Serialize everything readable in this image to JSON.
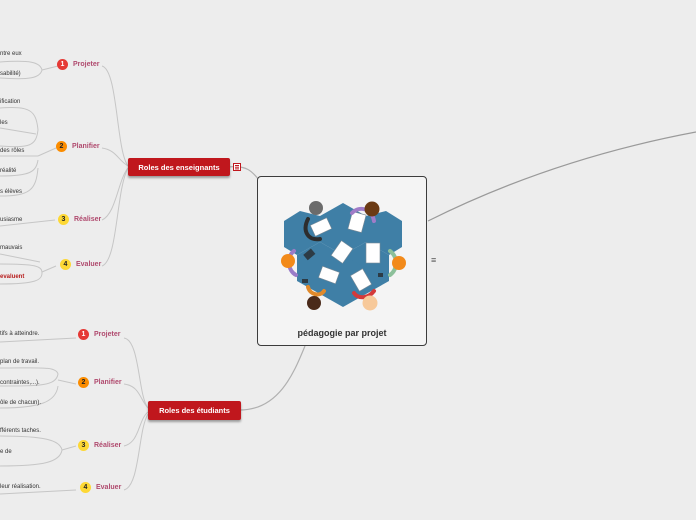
{
  "central": {
    "title": "pédagogie par projet",
    "image_icon": "team-meeting-illustration"
  },
  "side_menu_icon": "≡",
  "teachers": {
    "title": "Roles des enseignants",
    "note_icon": "notes-icon",
    "stages": [
      {
        "num": "1",
        "label": "Projeter",
        "color": "#e53935"
      },
      {
        "num": "2",
        "label": "Planifier",
        "color": "#fb8c00"
      },
      {
        "num": "3",
        "label": "Réaliser",
        "color": "#fdd835"
      },
      {
        "num": "4",
        "label": "Evaluer",
        "color": "#fdd835"
      }
    ],
    "leaves": [
      "ntre eux",
      "sabilité)",
      "ification",
      "les",
      "des rôles",
      "réalité",
      "s élèves",
      "usiasme",
      "mauvais",
      "evaluent"
    ]
  },
  "students": {
    "title": "Roles des étudiants",
    "stages": [
      {
        "num": "1",
        "label": "Projeter",
        "color": "#e53935"
      },
      {
        "num": "2",
        "label": "Planifier",
        "color": "#fb8c00"
      },
      {
        "num": "3",
        "label": "Réaliser",
        "color": "#fdd835"
      },
      {
        "num": "4",
        "label": "Evaluer",
        "color": "#fdd835"
      }
    ],
    "leaves": [
      "tifs à atteindre.",
      "plan de travail.",
      "contraintes,...).",
      "ôle de chacun).",
      "fférents taches.",
      "e de",
      "leur réalisation."
    ]
  }
}
